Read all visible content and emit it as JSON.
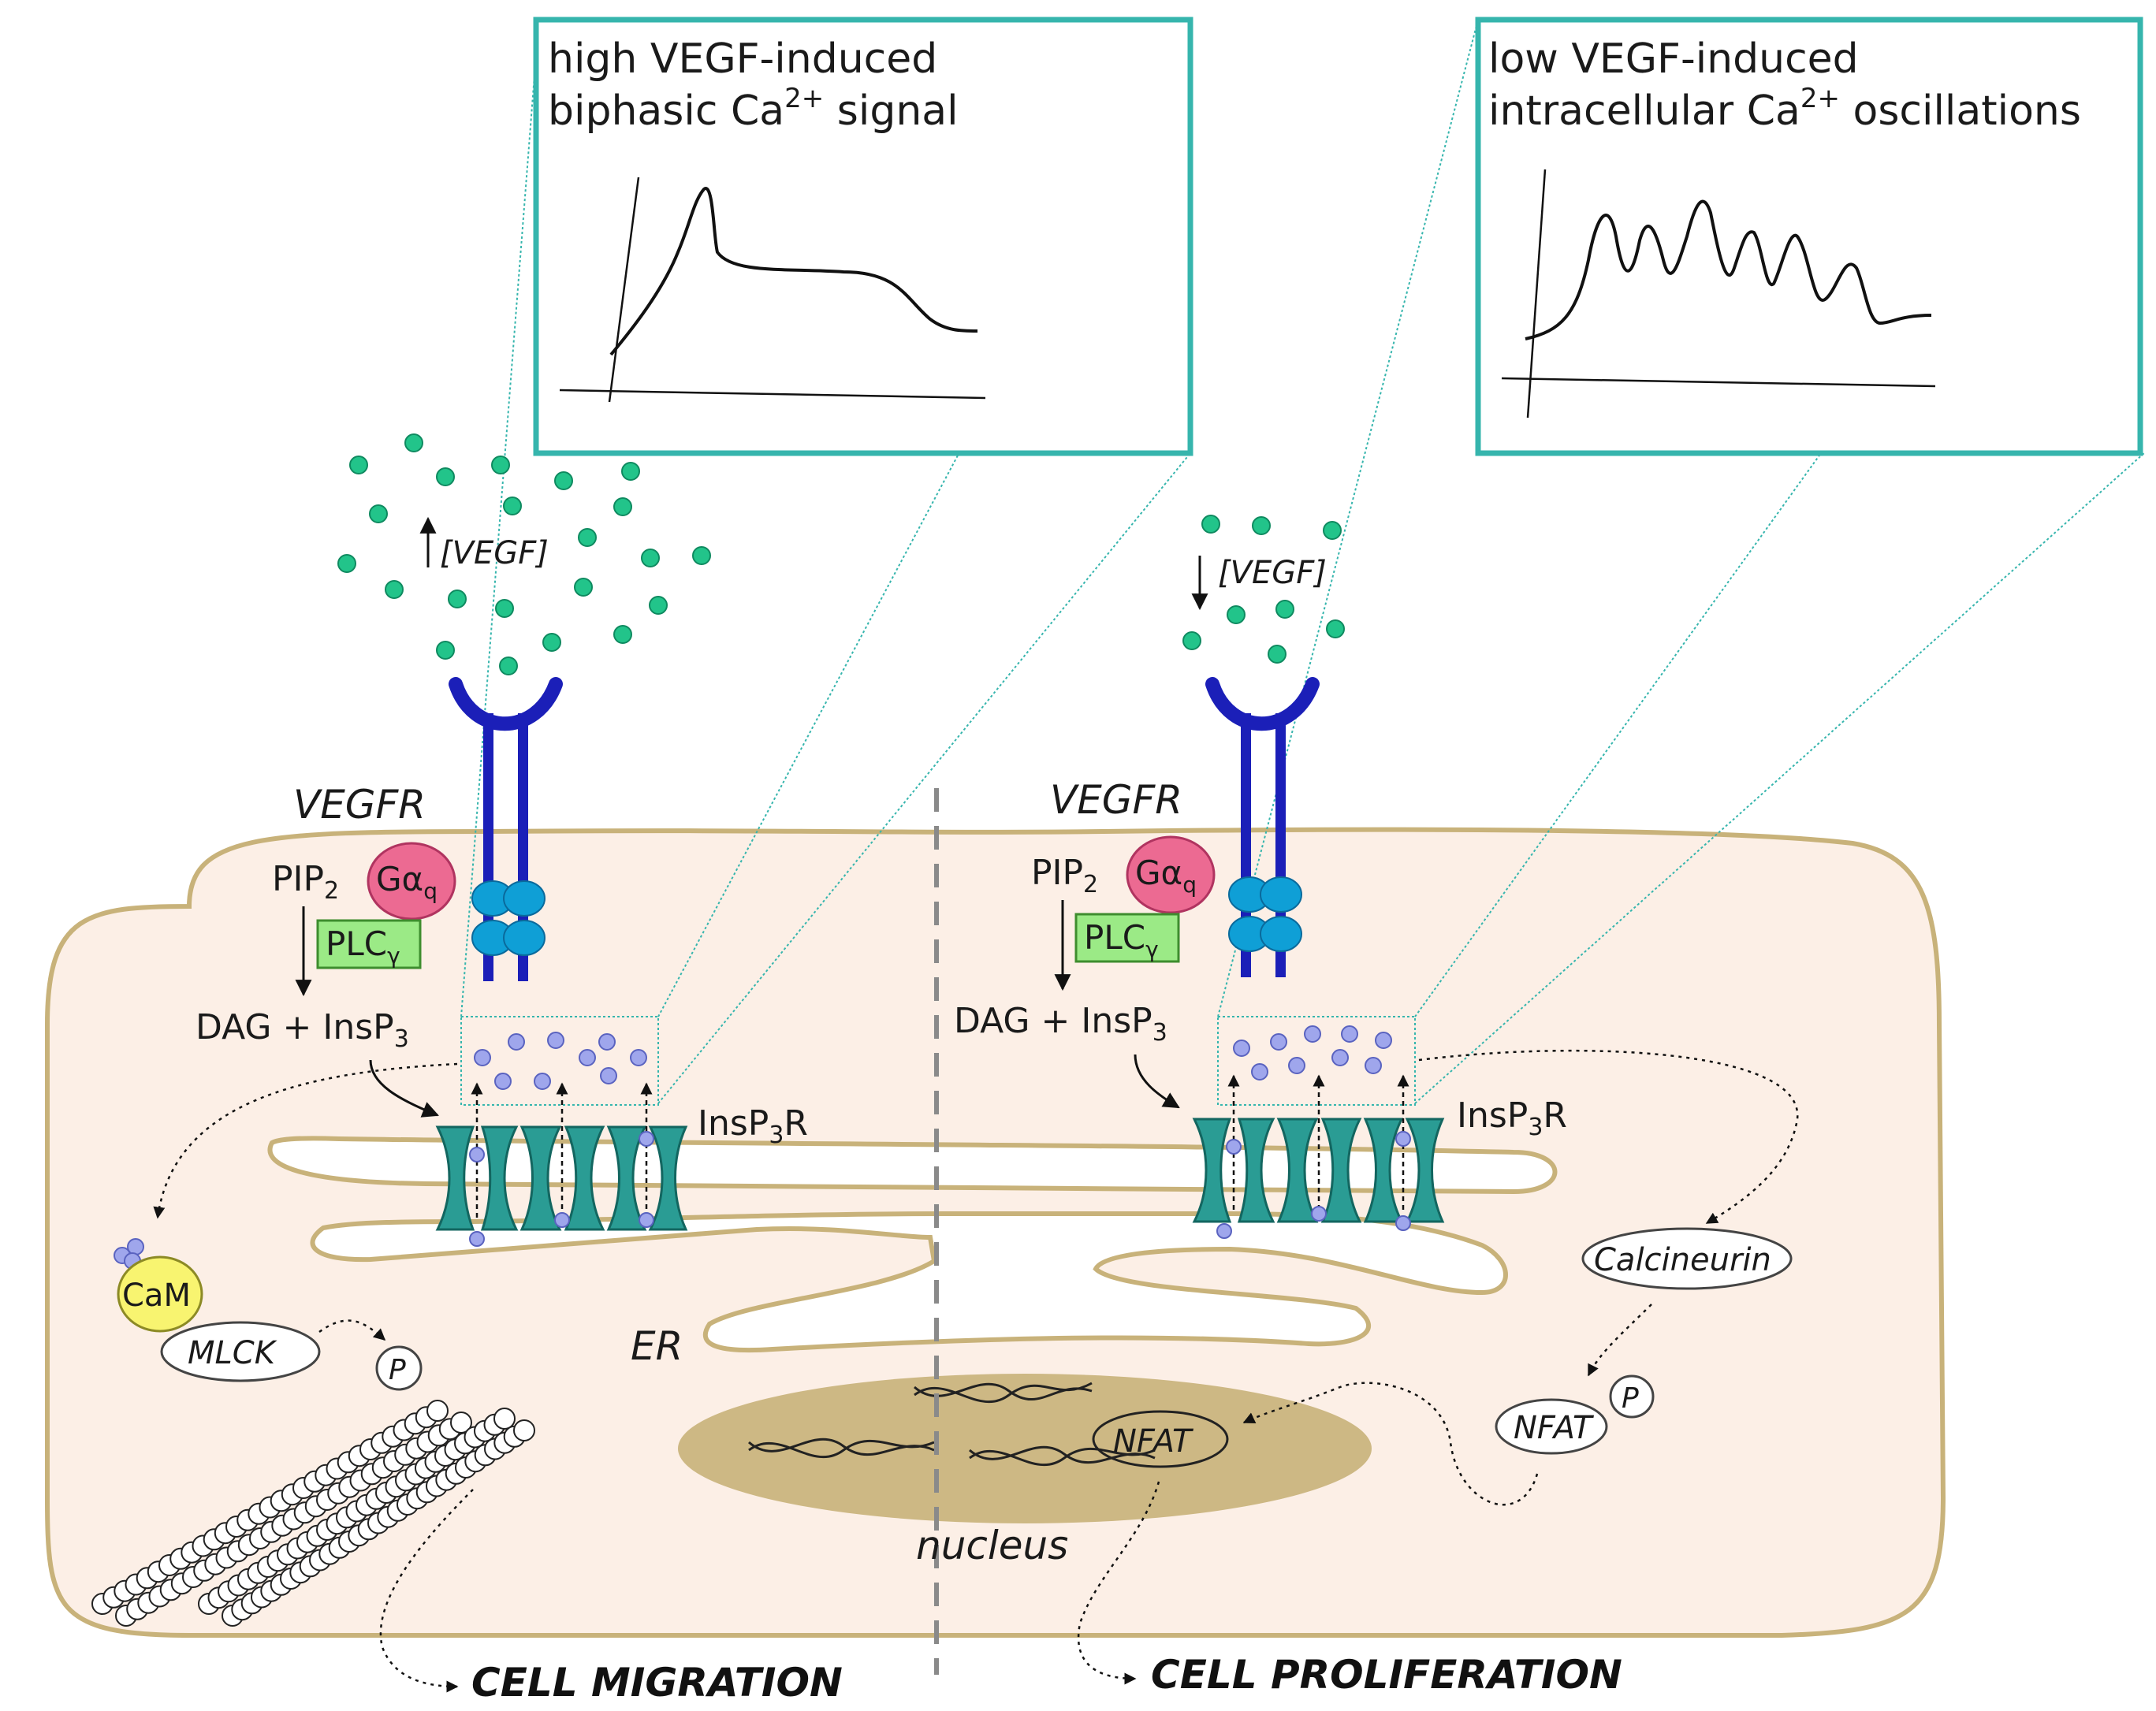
{
  "panels": {
    "high": {
      "title_line1": "high VEGF-induced",
      "title_line2_pre": "biphasic Ca",
      "title_line2_sup": "2+",
      "title_line2_post": " signal"
    },
    "low": {
      "title_line1": "low VEGF-induced",
      "title_line2_pre": "intracellular Ca",
      "title_line2_sup": "2+",
      "title_line2_post": " oscillations"
    }
  },
  "left": {
    "vegf_conc": "[VEGF]",
    "receptor": "VEGFR",
    "pip": "PIP",
    "pip_sub": "2",
    "gaq": "Gα",
    "gaq_sub": "q",
    "plc": "PLC",
    "plc_sub": "γ",
    "dag": "DAG + InsP",
    "dag_sub": "3",
    "insp3r": "InsP",
    "insp3r_sub": "3",
    "insp3r_post": "R",
    "cam": "CaM",
    "mlck": "MLCK",
    "phospho": "P",
    "er": "ER",
    "outcome": "CELL MIGRATION"
  },
  "right": {
    "vegf_conc": "[VEGF]",
    "receptor": "VEGFR",
    "pip": "PIP",
    "pip_sub": "2",
    "gaq": "Gα",
    "gaq_sub": "q",
    "plc": "PLC",
    "plc_sub": "γ",
    "dag": "DAG + InsP",
    "dag_sub": "3",
    "insp3r": "InsP",
    "insp3r_sub": "3",
    "insp3r_post": "R",
    "calcineurin": "Calcineurin",
    "nfat_p": "NFAT",
    "phospho": "P",
    "nfat_nuc": "NFAT",
    "nucleus": "nucleus",
    "outcome": "CELL PROLIFERATION"
  },
  "colors": {
    "cell_fill": "#fcefe6",
    "cell_stroke": "#c8b27a",
    "nucleus": "#cdb884",
    "receptor": "#1b1fb8",
    "domain": "#0f9fd6",
    "channel": "#2a9c94",
    "vegf": "#22c48a",
    "calcium": "#9fa6ec",
    "gaq": "#ec6a92",
    "plc": "#9bea86",
    "cam": "#f8f470",
    "panel": "#36b5ad"
  }
}
